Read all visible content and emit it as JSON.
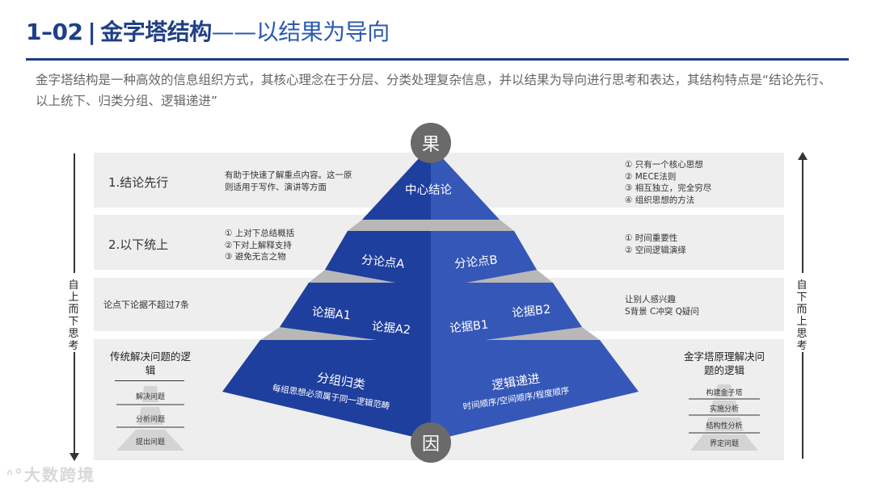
{
  "header": {
    "number": "1–02",
    "title": "金字塔结构",
    "subtitle": "——以结果为导向"
  },
  "intro": "金字塔结构是一种高效的信息组织方式，其核心理念在于分层、分类处理复杂信息，并以结果为导向进行思考和表达，其结构特点是“结论先行、以上统下、归类分组、逻辑递进”",
  "colors": {
    "primary": "#1f3f86",
    "pyramid_dark": "#1f3f9e",
    "pyramid_light": "#3557b8",
    "band": "#eeeeee",
    "circle": "#6a6a6a"
  },
  "left_axis": "自上而下思考",
  "right_axis": "自下而上思考",
  "top_circle": "果",
  "bottom_circle": "因",
  "rows": [
    {
      "label": "1.结论先行",
      "desc": "有助于快速了解重点内容。这一原则适用于写作、演讲等方面",
      "right": [
        "① 只有一个核心思想",
        "② MECE法则",
        "③ 相互独立，完全穷尽",
        "④ 组织思想的方法"
      ]
    },
    {
      "label": "2.以下统上",
      "desc_lines": [
        "① 上对下总结概括",
        "②下对上解释支持",
        "③ 避免无言之物"
      ],
      "right": [
        "① 时间重要性",
        "② 空间逻辑演绎"
      ]
    },
    {
      "label": "论点下论据不超过7条",
      "right": [
        "让别人感兴趣",
        "S背景 C冲突 Q疑问"
      ]
    }
  ],
  "pyramid": {
    "top": "中心结论",
    "l2": [
      "分论点A",
      "分论点B"
    ],
    "l3": [
      "论据A1",
      "论据A2",
      "论据B1",
      "论据B2"
    ],
    "l4_left_title": "分组归类",
    "l4_left_sub": "每组思想必须属于同一逻辑范畴",
    "l4_right_title": "逻辑递进",
    "l4_right_sub": "时间顺序/空间顺序/程度顺序"
  },
  "left_mini": {
    "title": "传统解决问题的逻辑",
    "items": [
      "解决问题",
      "分析问题",
      "提出问题"
    ]
  },
  "right_mini": {
    "title": "金字塔原理解决问题的逻辑",
    "items": [
      "构建金子塔",
      "实施分析",
      "结构性分析",
      "界定问题"
    ]
  },
  "watermark": "大数跨境"
}
